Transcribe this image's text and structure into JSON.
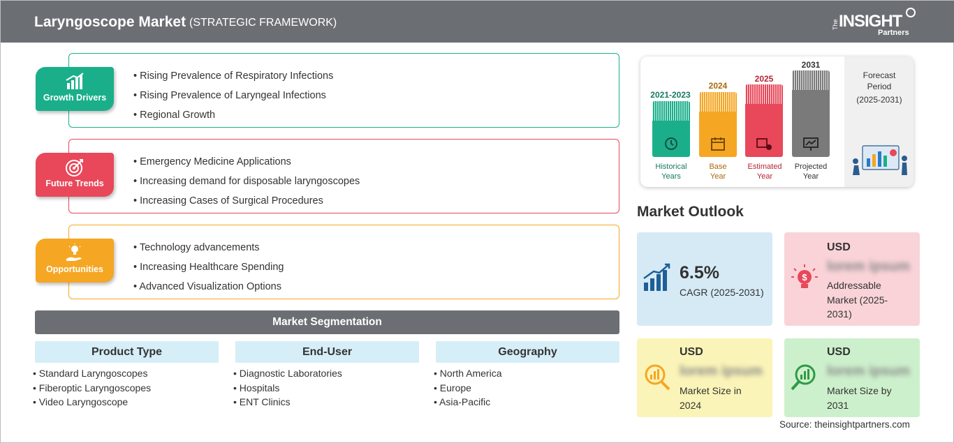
{
  "header": {
    "title": "Laryngoscope Market",
    "subtitle": "(STRATEGIC FRAMEWORK)",
    "logo": {
      "the": "The",
      "insight": "INSIGHT",
      "partners": "Partners"
    }
  },
  "framework": [
    {
      "label": "Growth Drivers",
      "color": "#1aaf8a",
      "icon": "bar-chart-icon",
      "items": [
        "Rising Prevalence of Respiratory Infections",
        "Rising Prevalence of Laryngeal Infections",
        "Regional Growth"
      ]
    },
    {
      "label": "Future Trends",
      "color": "#e8485a",
      "icon": "target-icon",
      "items": [
        "Emergency Medicine Applications",
        "Increasing demand for disposable laryngoscopes",
        "Increasing Cases of Surgical Procedures"
      ]
    },
    {
      "label": "Opportunities",
      "color": "#f5a623",
      "icon": "lightbulb-hand-icon",
      "items": [
        "Technology advancements",
        "Increasing Healthcare Spending",
        "Advanced Visualization Options"
      ]
    }
  ],
  "segmentation": {
    "title": "Market Segmentation",
    "columns": [
      {
        "header": "Product Type",
        "items": [
          "Standard Laryngoscopes",
          "Fiberoptic Laryngoscopes",
          "Video Laryngoscope"
        ]
      },
      {
        "header": "End-User",
        "items": [
          "Diagnostic Laboratories",
          "Hospitals",
          "ENT Clinics"
        ]
      },
      {
        "header": "Geography",
        "items": [
          "North America",
          "Europe",
          "Asia-Pacific"
        ]
      }
    ]
  },
  "timeline": {
    "bars": [
      {
        "year": "2021-2023",
        "label1": "Historical",
        "label2": "Years",
        "color": "#1aaf8a",
        "year_color": "#157a62",
        "label_color": "#157a62",
        "icon": "history-icon"
      },
      {
        "year": "2024",
        "label1": "Base",
        "label2": "Year",
        "color": "#f5a623",
        "year_color": "#a86a0a",
        "label_color": "#a86a0a",
        "icon": "calendar-icon"
      },
      {
        "year": "2025",
        "label1": "Estimated",
        "label2": "Year",
        "color": "#e8485a",
        "year_color": "#b52434",
        "label_color": "#b52434",
        "icon": "estimate-icon"
      },
      {
        "year": "2031",
        "label1": "Projected",
        "label2": "Year",
        "color": "#7a7a7a",
        "year_color": "#333333",
        "label_color": "#333333",
        "icon": "presentation-icon"
      }
    ],
    "forecast": {
      "line1": "Forecast",
      "line2": "Period",
      "line3": "(2025-2031)"
    }
  },
  "outlook": {
    "title": "Market Outlook",
    "cagr": {
      "value": "6.5%",
      "label": "CAGR (2025-2031)",
      "color": "#d6eaf6"
    },
    "addressable": {
      "currency": "USD",
      "value": "lorem ipsum",
      "label": "Addressable Market (2025-2031)",
      "color": "#f9d3d8"
    },
    "size2024": {
      "currency": "USD",
      "value": "lorem ipsum",
      "label": "Market Size in 2024",
      "color": "#fbf4b8"
    },
    "size2031": {
      "currency": "USD",
      "value": "lorem ipsum",
      "label": "Market Size by 2031",
      "color": "#cdf0cc"
    }
  },
  "source": "Source: theinsightpartners.com"
}
